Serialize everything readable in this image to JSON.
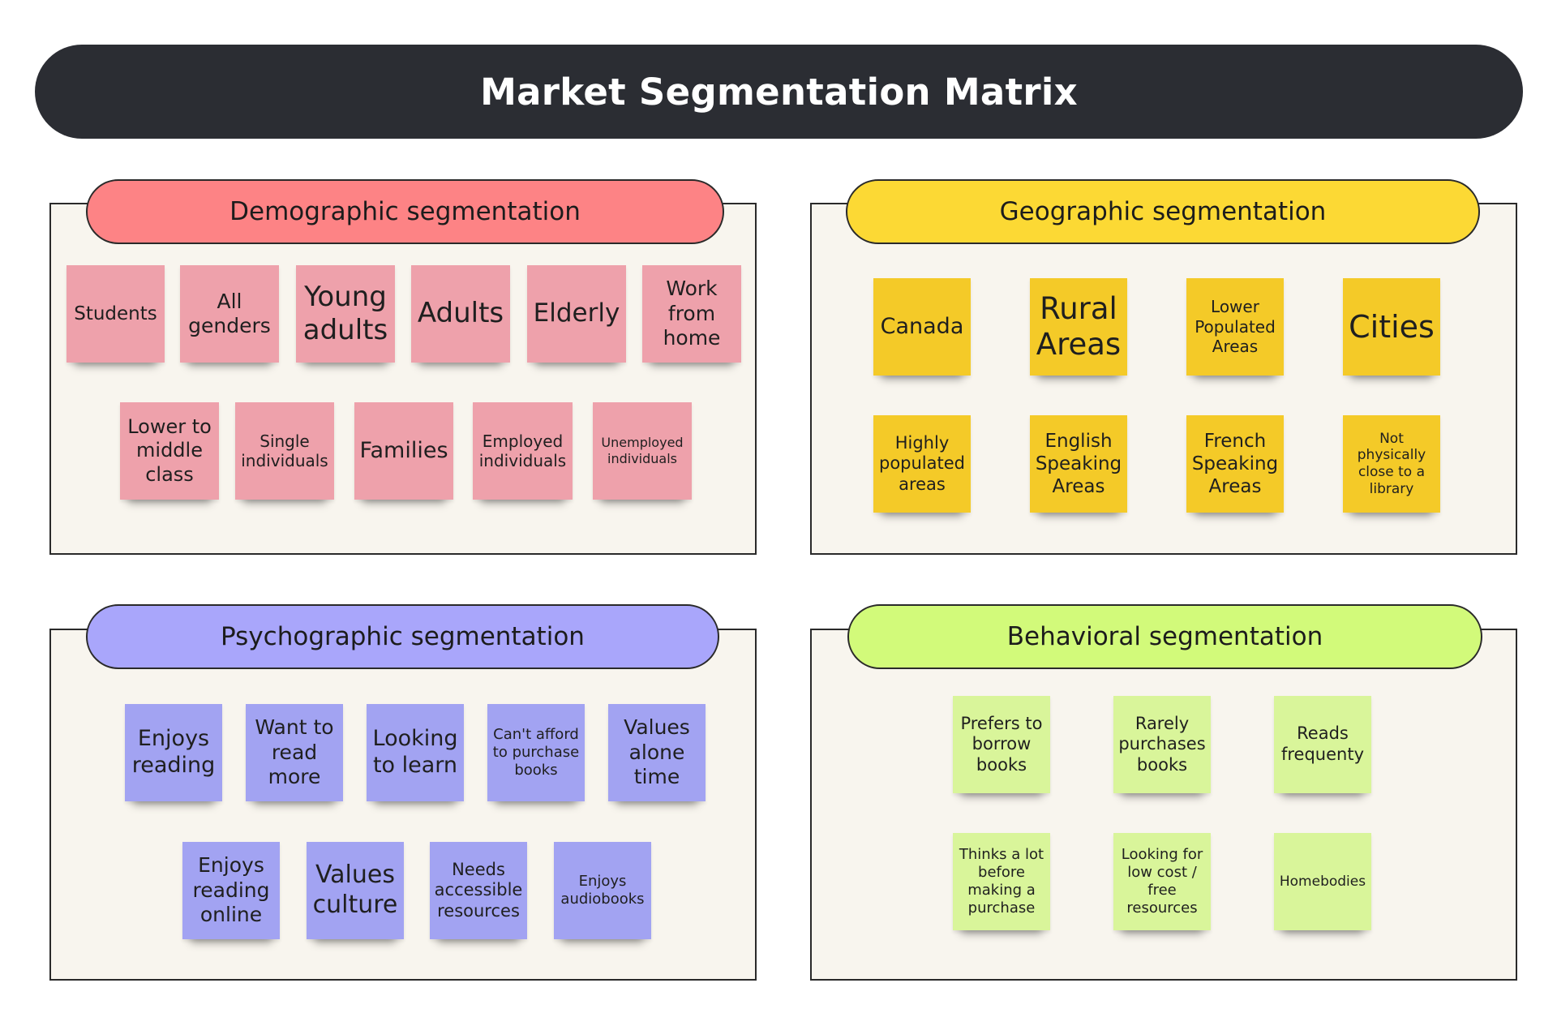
{
  "title": "Market Segmentation Matrix",
  "colors": {
    "title_bar": "#2b2d33",
    "panel_bg": "#f8f5ee",
    "demographic": "#fd8385",
    "geographic": "#fcd934",
    "psychographic": "#a9a6fb",
    "behavioral": "#d2fa7a"
  },
  "segments": {
    "demographic": {
      "label": "Demographic segmentation",
      "notes": [
        "Students",
        "All\ngenders",
        "Young\nadults",
        "Adults",
        "Elderly",
        "Work\nfrom\nhome",
        "Lower to\nmiddle\nclass",
        "Single\nindividuals",
        "Families",
        "Employed\nindividuals",
        "Unemployed\nindividuals"
      ]
    },
    "geographic": {
      "label": "Geographic segmentation",
      "notes": [
        "Canada",
        "Rural\nAreas",
        "Lower\nPopulated\nAreas",
        "Cities",
        "Highly\npopulated\nareas",
        "English\nSpeaking\nAreas",
        "French\nSpeaking\nAreas",
        "Not\nphysically\nclose to a\nlibrary"
      ]
    },
    "psychographic": {
      "label": "Psychographic segmentation",
      "notes": [
        "Enjoys\nreading",
        "Want to\nread\nmore",
        "Looking\nto learn",
        "Can't afford\nto purchase\nbooks",
        "Values\nalone\ntime",
        "Enjoys\nreading\nonline",
        "Values\nculture",
        "Needs\naccessible\nresources",
        "Enjoys\naudiobooks"
      ]
    },
    "behavioral": {
      "label": "Behavioral segmentation",
      "notes": [
        "Prefers to\nborrow\nbooks",
        "Rarely\npurchases\nbooks",
        "Reads\nfrequenty",
        "Thinks a lot\nbefore\nmaking a\npurchase",
        "Looking for\nlow cost /\nfree\nresources",
        "Homebodies"
      ]
    }
  }
}
